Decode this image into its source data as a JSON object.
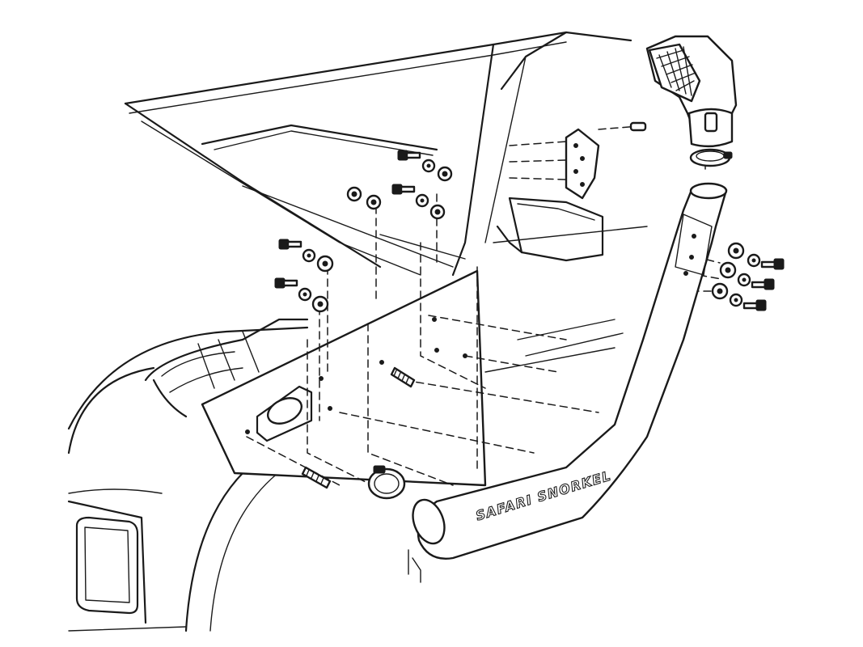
{
  "diagram": {
    "snorkel_brand_text": "SAFARI SNORKEL",
    "parts": [
      "snorkel-body",
      "air-ram-head",
      "hose-clamp",
      "upper-clamp",
      "mounting-bracket",
      "bolts",
      "washers",
      "nuts",
      "studs"
    ],
    "colors": {
      "line": "#1a1a1a",
      "background": "#ffffff"
    }
  }
}
